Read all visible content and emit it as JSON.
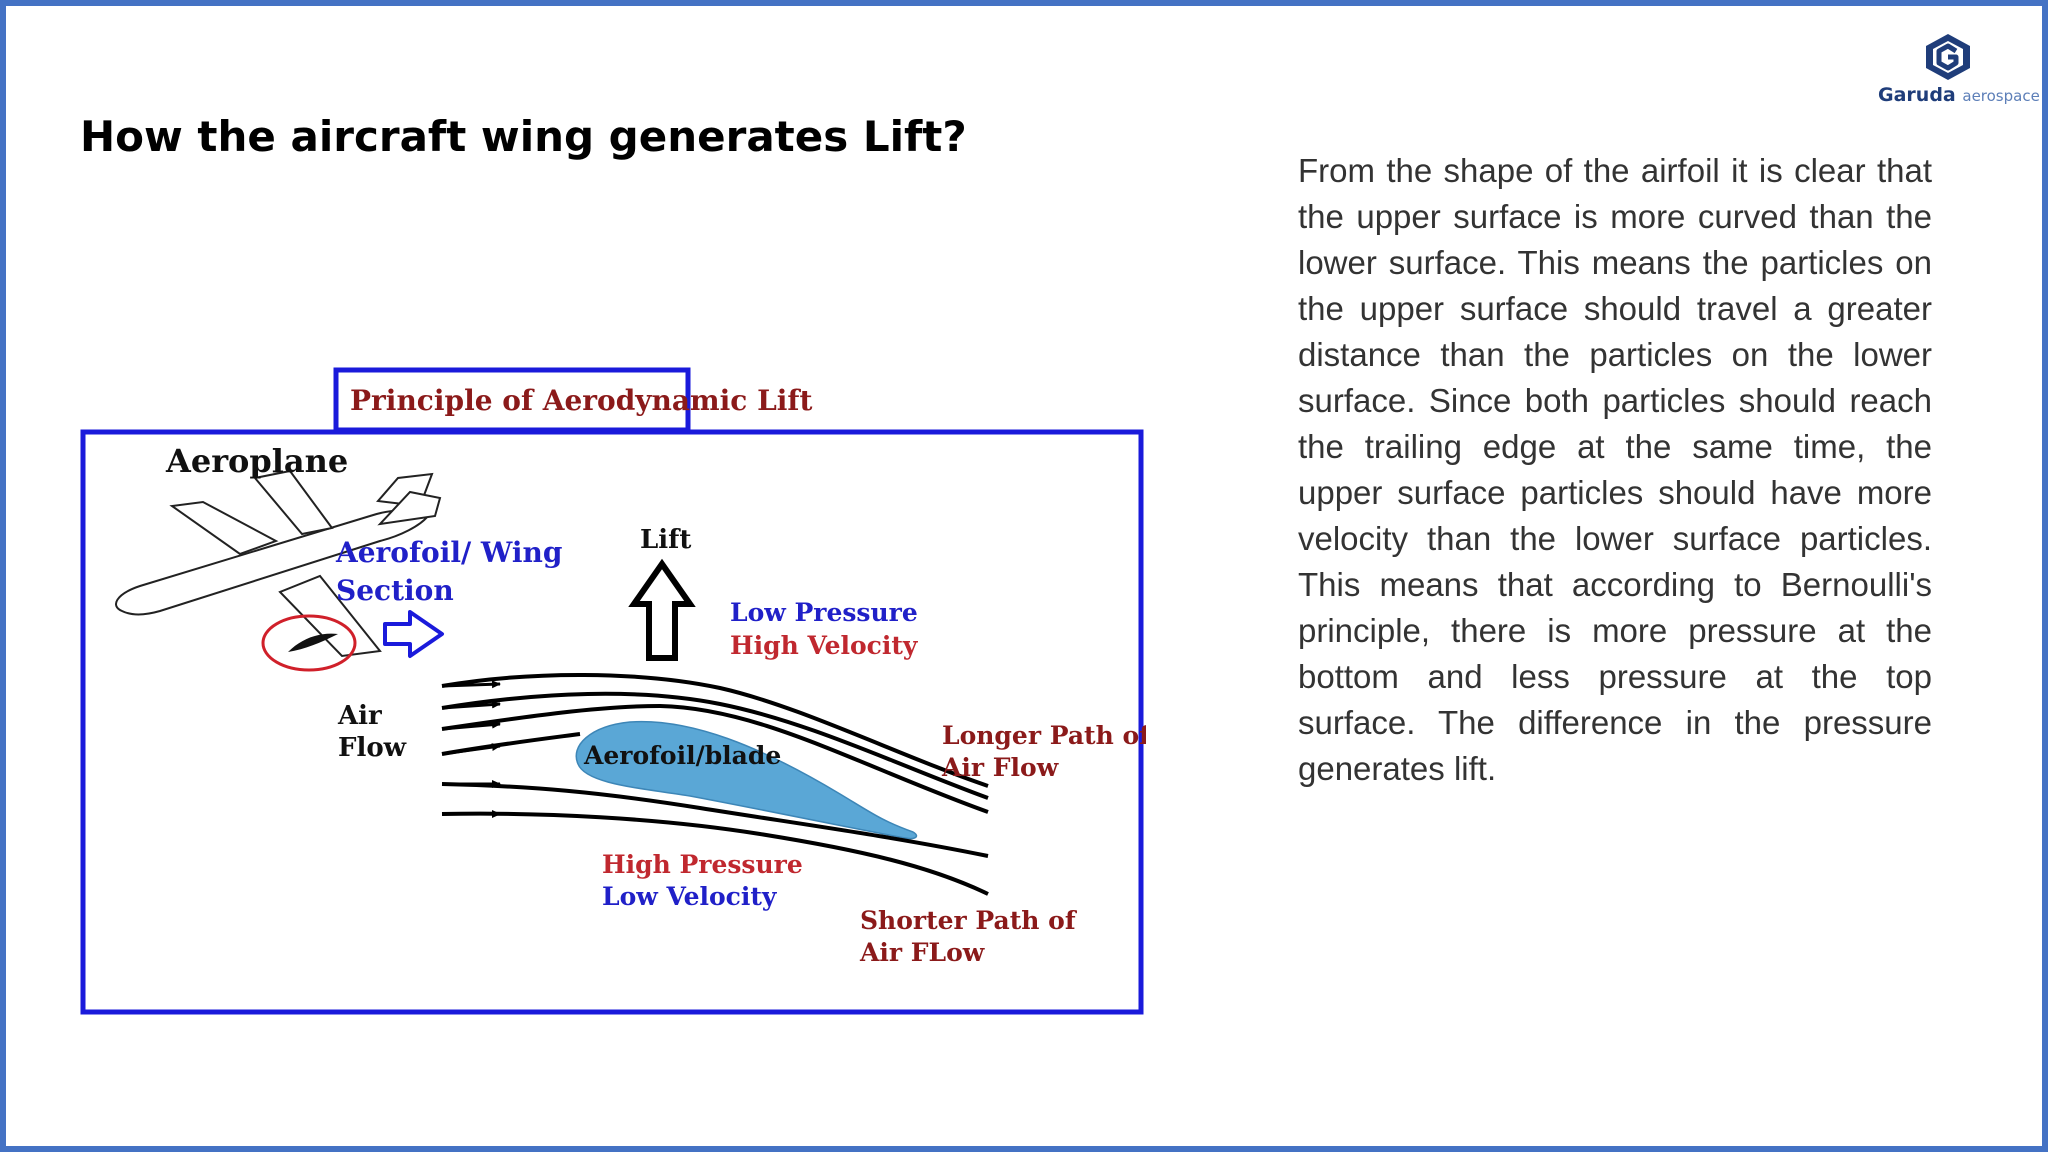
{
  "slide": {
    "title": "How the aircraft wing generates Lift?",
    "body": "From the shape of the airfoil it is clear that the upper surface is more curved than the lower surface. This means the particles on the upper surface should travel a greater distance than the particles on the lower surface. Since both particles should reach the trailing edge at the same time, the upper surface particles should have more velocity than the lower surface particles. This means that according to Bernoulli's principle, there is more pressure at the bottom and less pressure at the top surface. The difference in the pressure generates lift."
  },
  "logo": {
    "name": "Garuda",
    "suffix": "aerospace",
    "icon": "garuda-g-icon"
  },
  "diagram": {
    "header": "Principle of Aerodynamic Lift",
    "aeroplane": "Aeroplane",
    "wing_section_1": "Aerofoil/ Wing",
    "wing_section_2": "Section",
    "lift": "Lift",
    "low_pressure": "Low Pressure",
    "high_velocity": "High Velocity",
    "air_1": "Air",
    "flow_1": "Flow",
    "aerofoil": "Aerofoil/blade",
    "longer_1": "Longer Path of",
    "longer_2": "Air Flow",
    "high_pressure": "High Pressure",
    "low_velocity": "Low Velocity",
    "shorter_1": "Shorter Path of",
    "shorter_2": "Air FLow"
  },
  "colors": {
    "frame_blue": "#1a1adb",
    "label_blue": "#2020c8",
    "label_red": "#c0282f",
    "label_maroon": "#8b1a1a",
    "airfoil_fill": "#5aa7d6",
    "slide_border": "#4472c4"
  }
}
